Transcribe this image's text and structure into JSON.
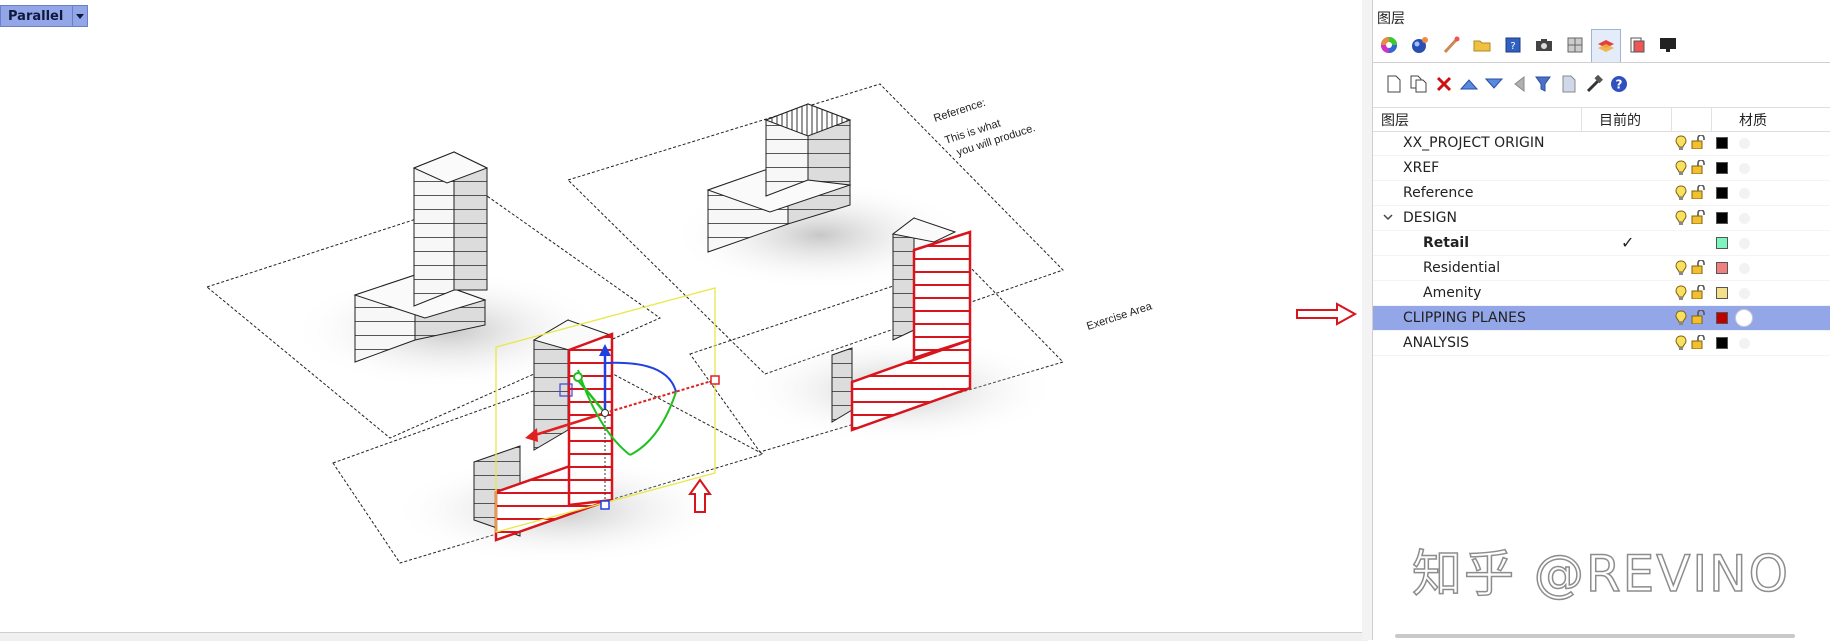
{
  "viewport": {
    "title": "Parallel",
    "annotations": {
      "reference_title": "Reference:",
      "reference_line1": "This is what",
      "reference_line2": "you will produce.",
      "exercise_area": "Exercise Area"
    }
  },
  "panel": {
    "title": "图层",
    "tabs": [
      {
        "icon": "color-wheel-icon"
      },
      {
        "icon": "material-sphere-icon"
      },
      {
        "icon": "brush-icon"
      },
      {
        "icon": "folder-icon"
      },
      {
        "icon": "help-page-icon"
      },
      {
        "icon": "camera-icon"
      },
      {
        "icon": "grid-view-icon"
      },
      {
        "icon": "layers-icon",
        "active": true
      },
      {
        "icon": "book-icon"
      },
      {
        "icon": "monitor-icon"
      }
    ],
    "toolbar": [
      {
        "icon": "new-layer-icon"
      },
      {
        "icon": "new-sublayer-icon"
      },
      {
        "icon": "delete-icon"
      },
      {
        "icon": "move-up-icon"
      },
      {
        "icon": "move-down-icon"
      },
      {
        "icon": "move-left-icon"
      },
      {
        "icon": "filter-icon"
      },
      {
        "icon": "document-icon"
      },
      {
        "icon": "tools-icon"
      },
      {
        "icon": "help-icon"
      }
    ],
    "columns": {
      "layer": "图层",
      "current": "目前的",
      "material": "材质"
    },
    "layers": [
      {
        "name": "XX_PROJECT ORIGIN",
        "level": 0,
        "color": "#000000"
      },
      {
        "name": "XREF",
        "level": 0,
        "color": "#000000"
      },
      {
        "name": "Reference",
        "level": 0,
        "color": "#000000"
      },
      {
        "name": "DESIGN",
        "level": 0,
        "color": "#000000",
        "expanded": true
      },
      {
        "name": "Retail",
        "level": 1,
        "color": "#7ef5be",
        "current": true,
        "current_mark": "✓"
      },
      {
        "name": "Residential",
        "level": 1,
        "color": "#f08080"
      },
      {
        "name": "Amenity",
        "level": 1,
        "color": "#f5e08a"
      },
      {
        "name": "CLIPPING PLANES",
        "level": 0,
        "color": "#c00000",
        "selected": true
      },
      {
        "name": "ANALYSIS",
        "level": 0,
        "color": "#000000"
      }
    ]
  },
  "watermark": "知乎 @REVINO",
  "colors": {
    "selection": "#93a6e8",
    "clipping_red": "#d8141c",
    "gumball_x": "#e02020",
    "gumball_y": "#20c020",
    "gumball_z": "#2040e0",
    "clip_plane": "#f0f060"
  }
}
